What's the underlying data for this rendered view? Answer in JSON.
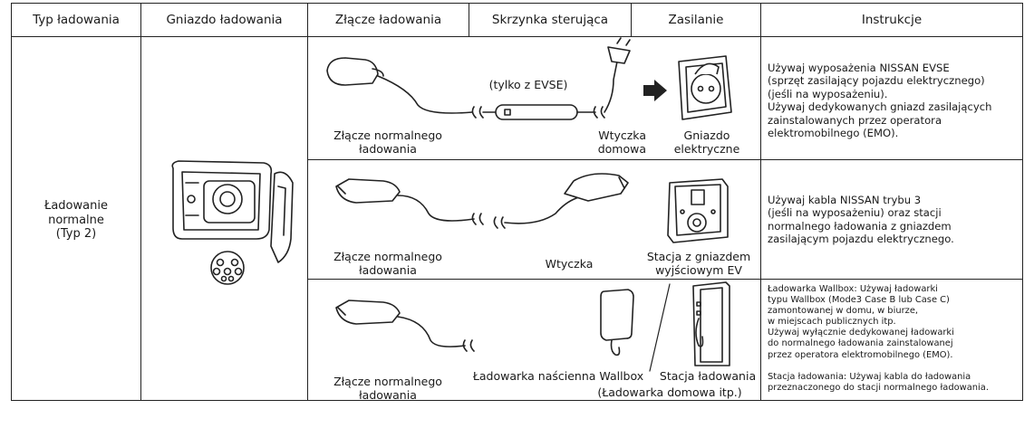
{
  "headers": {
    "charge_type": "Typ ładowania",
    "charge_port": "Gniazdo ładowania",
    "charge_connector": "Złącze ładowania",
    "control_box": "Skrzynka sterująca",
    "power_supply": "Zasilanie",
    "instructions": "Instrukcje"
  },
  "charge_type": {
    "line1": "Ładowanie",
    "line2": "normalne",
    "line3": "(Typ 2)"
  },
  "row1": {
    "connector_line1": "Złącze normalnego",
    "connector_line2": "ładowania",
    "evse_label": "(tylko z EVSE)",
    "plug_line1": "Wtyczka",
    "plug_line2": "domowa",
    "socket_line1": "Gniazdo",
    "socket_line2": "elektryczne",
    "instructions": [
      "Używaj wyposażenia NISSAN EVSE",
      "(sprzęt zasilający pojazdu elektrycznego)",
      "(jeśli na wyposażeniu).",
      "Używaj dedykowanych gniazd zasilających",
      "zainstalowanych przez operatora",
      "elektromobilnego (EMO)."
    ]
  },
  "row2": {
    "connector_line1": "Złącze normalnego",
    "connector_line2": "ładowania",
    "plug": "Wtyczka",
    "station_line1": "Stacja z gniazdem",
    "station_line2": "wyjściowym EV",
    "instructions": [
      "Używaj kabla NISSAN trybu 3",
      "(jeśli na wyposażeniu) oraz stacji",
      "normalnego ładowania z gniazdem",
      "zasilającym pojazdu elektrycznego."
    ]
  },
  "row3": {
    "connector_line1": "Złącze normalnego",
    "connector_line2": "ładowania",
    "wallbox": "Ładowarka naścienna Wallbox",
    "station": "Stacja ładowania",
    "home_charger": "(Ładowarka domowa itp.)",
    "instructions": [
      "Ładowarka Wallbox: Używaj ładowarki",
      "typu Wallbox (Mode3 Case B lub Case C)",
      "zamontowanej w domu, w biurze,",
      "w miejscach publicznych itp.",
      "Używaj wyłącznie dedykowanej ładowarki",
      "do normalnego ładowania zainstalowanej",
      "przez operatora elektromobilnego (EMO).",
      "",
      "Stacja ładowania: Używaj kabla do ładowania",
      "przeznaczonego do stacji normalnego ładowania."
    ]
  }
}
